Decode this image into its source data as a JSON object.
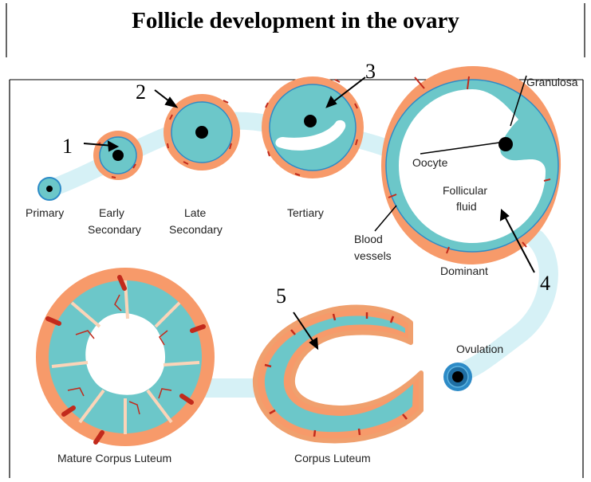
{
  "title": "Follicle development in the ovary",
  "labels": {
    "primary": "Primary",
    "early_secondary_1": "Early",
    "early_secondary_2": "Secondary",
    "late_secondary_1": "Late",
    "late_secondary_2": "Secondary",
    "tertiary": "Tertiary",
    "oocyte": "Oocyte",
    "follicular_1": "Follicular",
    "follicular_2": "fluid",
    "blood_1": "Blood",
    "blood_2": "vessels",
    "dominant": "Dominant",
    "granulosa": "Granulosa",
    "ovulation": "Ovulation",
    "corpus_luteum": "Corpus Luteum",
    "mature_corpus_luteum": "Mature Corpus Luteum"
  },
  "numbers": [
    "1",
    "2",
    "3",
    "4",
    "5"
  ],
  "colors": {
    "theca": "#f79a6a",
    "granulosa": "#6cc7c9",
    "pathway": "#d6f1f6",
    "vessel": "#c22a1c",
    "egg_outer": "#2d8bc7",
    "egg_ring": "#1f6ea3",
    "nucleus": "#000000"
  }
}
